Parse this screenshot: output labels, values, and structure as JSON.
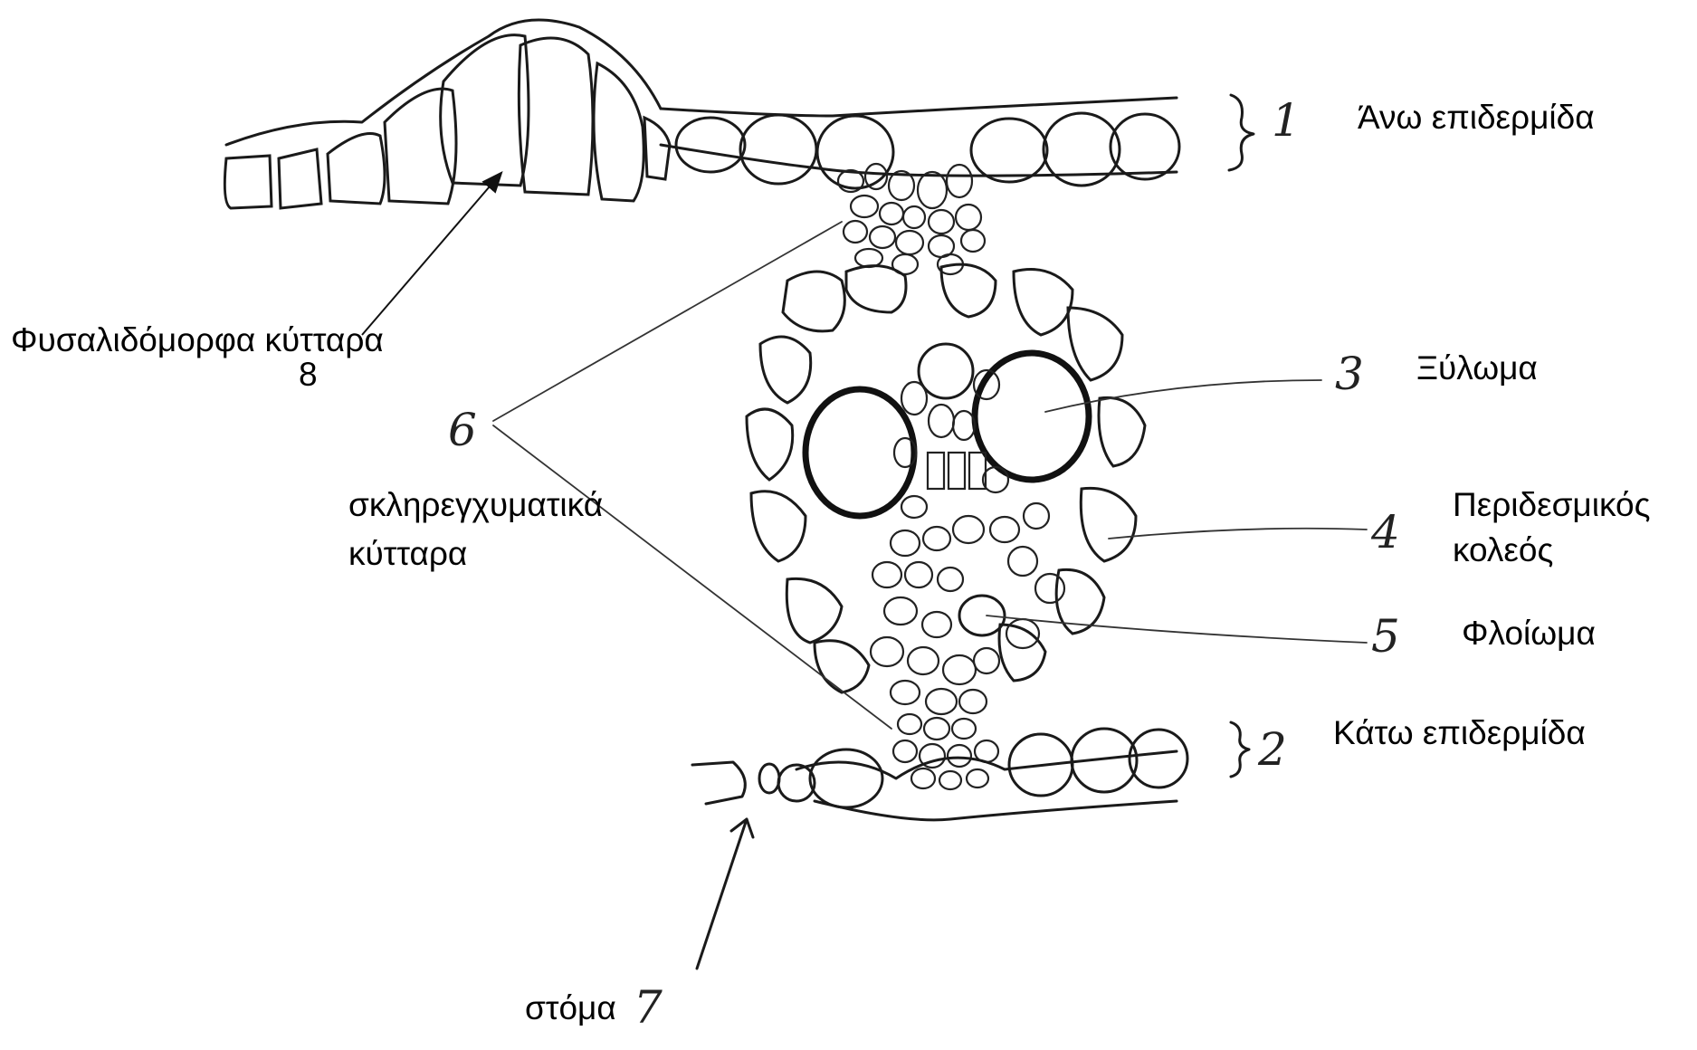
{
  "labels": {
    "upper_epidermis": "Άνω επιδερμίδα",
    "xylem": "Ξύλωμα",
    "bundle_sheath_line1": "Περιδεσμικός",
    "bundle_sheath_line2": "κολεός",
    "phloem": "Φλοίωμα",
    "lower_epidermis": "Κάτω επιδερμίδα",
    "bulliform_cells": "Φυσαλιδόμορφα κύτταρα",
    "sclerenchyma_line1": "σκληρεγχυματικά",
    "sclerenchyma_line2": "κύτταρα",
    "stoma": "στόμα"
  },
  "numbers": {
    "n1": "1",
    "n2": "2",
    "n3": "3",
    "n4": "4",
    "n5": "5",
    "n6": "6",
    "n7": "7",
    "n8": "8"
  }
}
